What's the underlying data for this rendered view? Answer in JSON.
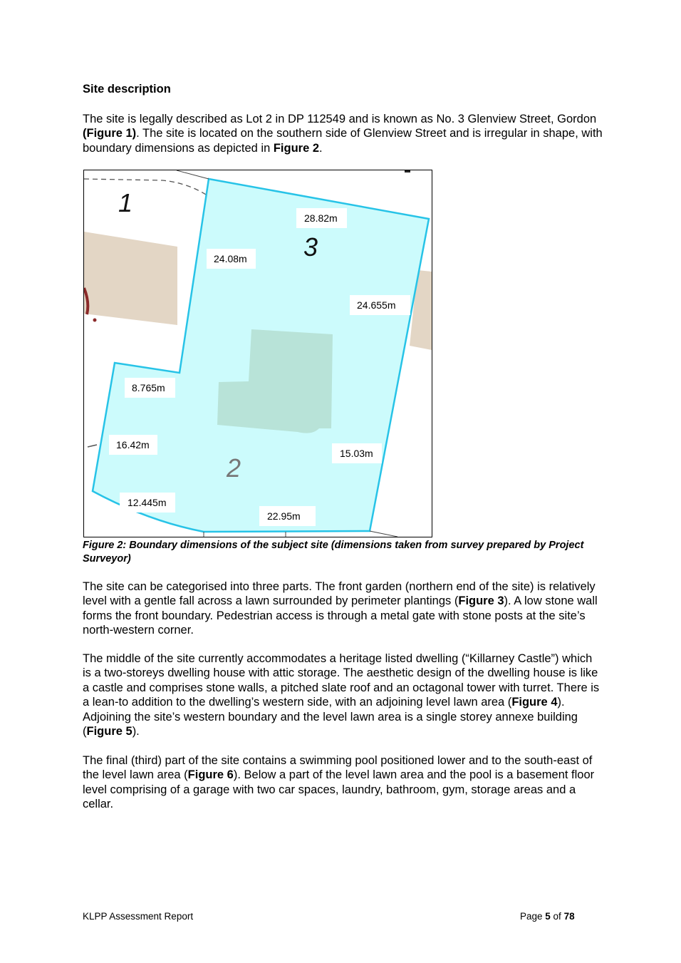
{
  "heading": "Site description",
  "para1": [
    {
      "t": "The site is legally described as Lot 2 in DP 112549 and is known as No. 3 Glenview Street, Gordon ",
      "b": false
    },
    {
      "t": "(Figure 1)",
      "b": true
    },
    {
      "t": ". The site is located on the southern side of Glenview Street and is irregular in shape, with boundary dimensions as depicted in ",
      "b": false
    },
    {
      "t": "Figure 2",
      "b": true
    },
    {
      "t": ".",
      "b": false
    }
  ],
  "figure": {
    "lots": {
      "lot1": "1",
      "lot2": "2",
      "lot3": "3"
    },
    "dimensions": {
      "north": "28.82m",
      "west_upper": "24.08m",
      "east_upper": "24.655m",
      "west_step": "8.765m",
      "west_lower": "16.42m",
      "east_lower": "15.03m",
      "south_west": "12.445m",
      "south": "22.95m"
    },
    "colors": {
      "site": "#ccfbfc",
      "boundary": "#27c3e7",
      "building": "#b8e3d8",
      "neighbour": "#e3d6c5"
    }
  },
  "caption": "Figure 2: Boundary dimensions of the subject site (dimensions taken from survey prepared by Project Surveyor)",
  "para2": [
    {
      "t": "The site can be categorised into three parts. The front garden (northern end of the site) is relatively level with a gentle fall across a lawn surrounded by perimeter plantings (",
      "b": false
    },
    {
      "t": "Figure 3",
      "b": true
    },
    {
      "t": "). A low stone wall forms the front boundary. Pedestrian access is through a metal gate with stone posts at the site’s north-western corner.",
      "b": false
    }
  ],
  "para3": [
    {
      "t": "The middle of the site currently accommodates a heritage listed dwelling (“Killarney Castle”) which is a two-storeys dwelling house with attic storage. The aesthetic design of the dwelling house is like a castle and comprises stone walls, a pitched slate roof and an octagonal tower with turret. There is a lean-to addition to the dwelling’s western side, with an adjoining level lawn area (",
      "b": false
    },
    {
      "t": "Figure 4",
      "b": true
    },
    {
      "t": "). Adjoining the site’s western boundary and the level lawn area is a single storey annexe building (",
      "b": false
    },
    {
      "t": "Figure 5",
      "b": true
    },
    {
      "t": ").",
      "b": false
    }
  ],
  "para4": [
    {
      "t": "The final (third) part of the site contains a swimming pool positioned lower and to the south-east of the level lawn area (",
      "b": false
    },
    {
      "t": "Figure 6",
      "b": true
    },
    {
      "t": "). Below a part of the level lawn area and the pool is a basement floor level comprising of a garage with two car spaces, laundry, bathroom, gym, storage areas and a cellar.",
      "b": false
    }
  ],
  "footer": {
    "left": "KLPP Assessment Report",
    "page_prefix": "Page ",
    "page_num": "5",
    "page_mid": " of ",
    "page_total": "78"
  }
}
